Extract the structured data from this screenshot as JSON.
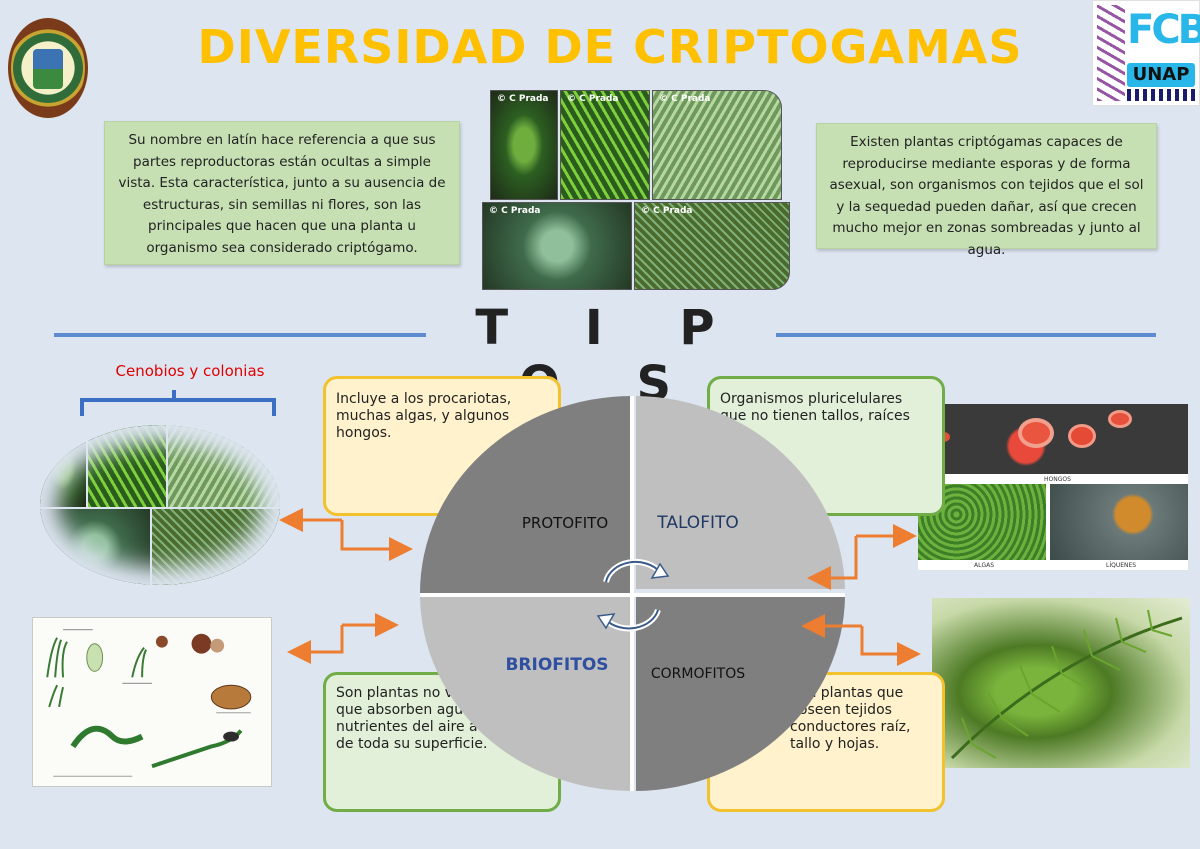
{
  "title": "DIVERSIDAD DE CRIPTOGAMAS",
  "logo_right": {
    "letters": "FCB",
    "badge": "UNAP"
  },
  "intro_left": "Su nombre en latín hace referencia a que sus partes reproductoras están ocultas a simple vista. Esta característica, junto a su ausencia de estructuras, sin semillas ni flores, son las principales que hacen que una planta u organismo sea considerado criptógamo.",
  "intro_right": "Existen plantas criptógamas capaces de reproducirse mediante esporas y de forma asexual, son organismos con tejidos que el sol y la sequedad pueden dañar, así que crecen mucho mejor en zonas sombreadas y junto al agua.",
  "photo_watermark": "© C Prada",
  "section_heading": "T I P O S",
  "cenobios_label": "Cenobios y colonias",
  "boxes": {
    "top_left": "Incluye a los procariotas, muchas algas, y algunos hongos.",
    "top_right": "Organismos pluricelulares que no tienen tallos, raíces",
    "bottom_left": "Son plantas no vasculares que absorben agua y nutrientes del aire a través de toda su superficie.",
    "bottom_right": "Son plantas que poseen tejidos conductores raíz, tallo y hojas."
  },
  "quadrants": {
    "tl": "PROTOFITO",
    "tr": "TALOFITO",
    "bl": "BRIOFITOS",
    "br": "CORMOFITOS"
  },
  "fungi_captions": {
    "top": "HONGOS",
    "left": "ALGAS",
    "right": "LÍQUENES"
  },
  "colors": {
    "title": "#ffc000",
    "green_box": "#c6e0b4",
    "yellow_box": "#fff2cc",
    "yellow_border": "#f2c12e",
    "green_border": "#70ad47",
    "arrow": "#ed7d31",
    "line": "#5b8bd0",
    "quad_dark": "#7f7f7f",
    "quad_light": "#bfbfbf",
    "talofito_text": "#1f3864",
    "briofitos_text": "#2f4fa0"
  }
}
